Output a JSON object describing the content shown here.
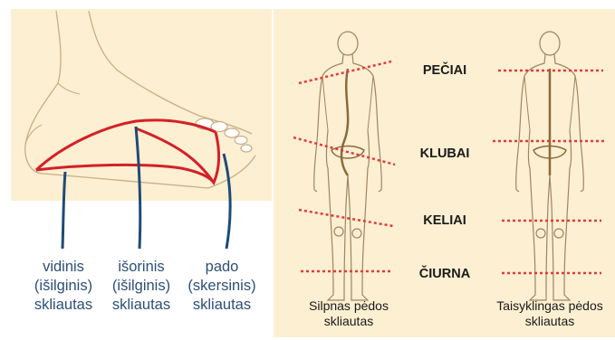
{
  "foot_diagram": {
    "arch_labels": [
      {
        "lines": [
          "vidinis",
          "(išilginis)",
          "skliautas"
        ]
      },
      {
        "lines": [
          "išorinis",
          "(išilginis)",
          "skliautas"
        ]
      },
      {
        "lines": [
          "pado",
          "(skersinis)",
          "skliautas"
        ]
      }
    ]
  },
  "posture_diagram": {
    "regions": [
      "PEČIAI",
      "KLUBAI",
      "KELIAI",
      "ČIURNA"
    ],
    "figures": [
      {
        "caption": [
          "Silpnas pėdos",
          "skliautas"
        ]
      },
      {
        "caption": [
          "Taisyklingas pėdos",
          "skliautas"
        ]
      }
    ]
  },
  "colors": {
    "panel_bg": "#fcefd2",
    "arch_line": "#d42027",
    "pointer_line": "#1f4a78",
    "label_text": "#2d4f7a",
    "body_outline": "#a08460",
    "spine": "#8a6a3c",
    "dotted_line": "#e23b3b"
  }
}
